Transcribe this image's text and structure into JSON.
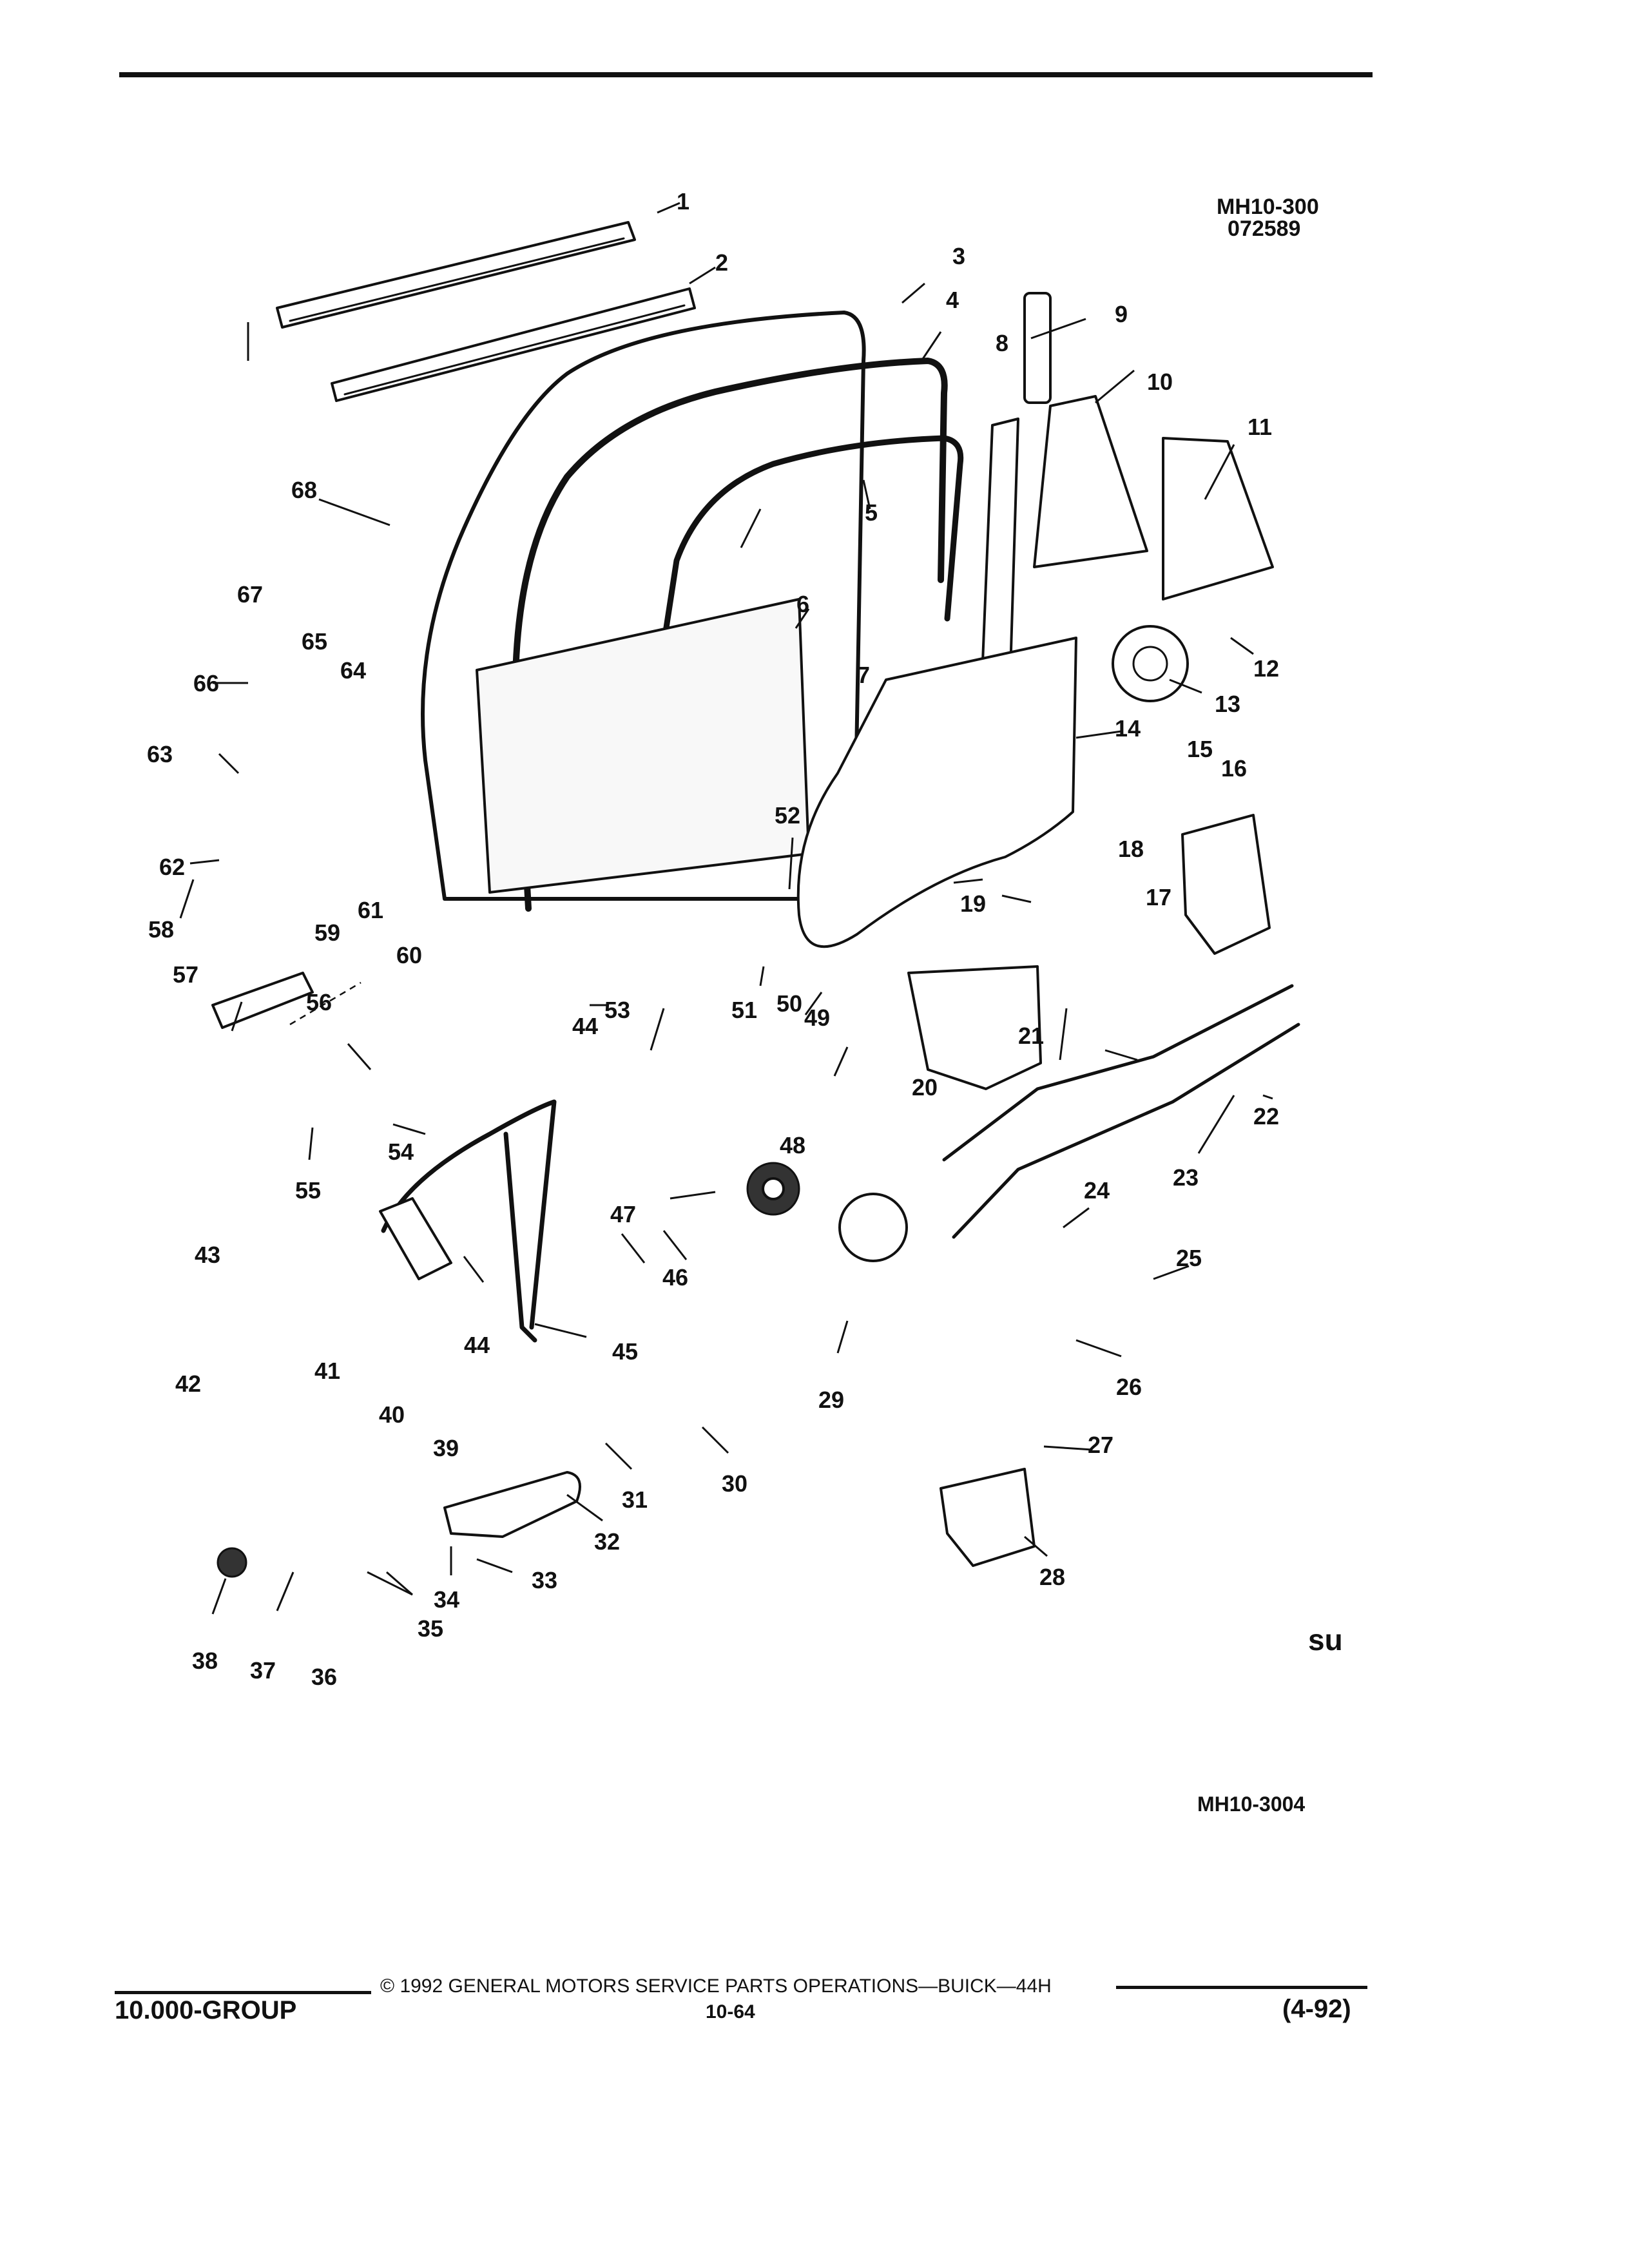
{
  "header": {
    "code": "MH10-300",
    "date": "072589"
  },
  "figure_id": "MH10-3004",
  "mark": "su",
  "footer": {
    "copyright": "© 1992 GENERAL MOTORS SERVICE PARTS OPERATIONS—BUICK—44H",
    "group": "10.000-GROUP",
    "page": "10-64",
    "revision": "(4-92)"
  },
  "callouts": [
    "1",
    "2",
    "3",
    "4",
    "5",
    "6",
    "7",
    "8",
    "9",
    "10",
    "11",
    "12",
    "13",
    "14",
    "15",
    "16",
    "17",
    "18",
    "19",
    "20",
    "21",
    "22",
    "23",
    "24",
    "25",
    "26",
    "27",
    "28",
    "29",
    "30",
    "31",
    "32",
    "33",
    "34",
    "35",
    "36",
    "37",
    "38",
    "39",
    "40",
    "41",
    "42",
    "43",
    "44",
    "44",
    "45",
    "46",
    "47",
    "48",
    "49",
    "50",
    "51",
    "52",
    "53",
    "54",
    "55",
    "56",
    "57",
    "58",
    "59",
    "60",
    "61",
    "62",
    "63",
    "64",
    "65",
    "66",
    "67",
    "68"
  ]
}
